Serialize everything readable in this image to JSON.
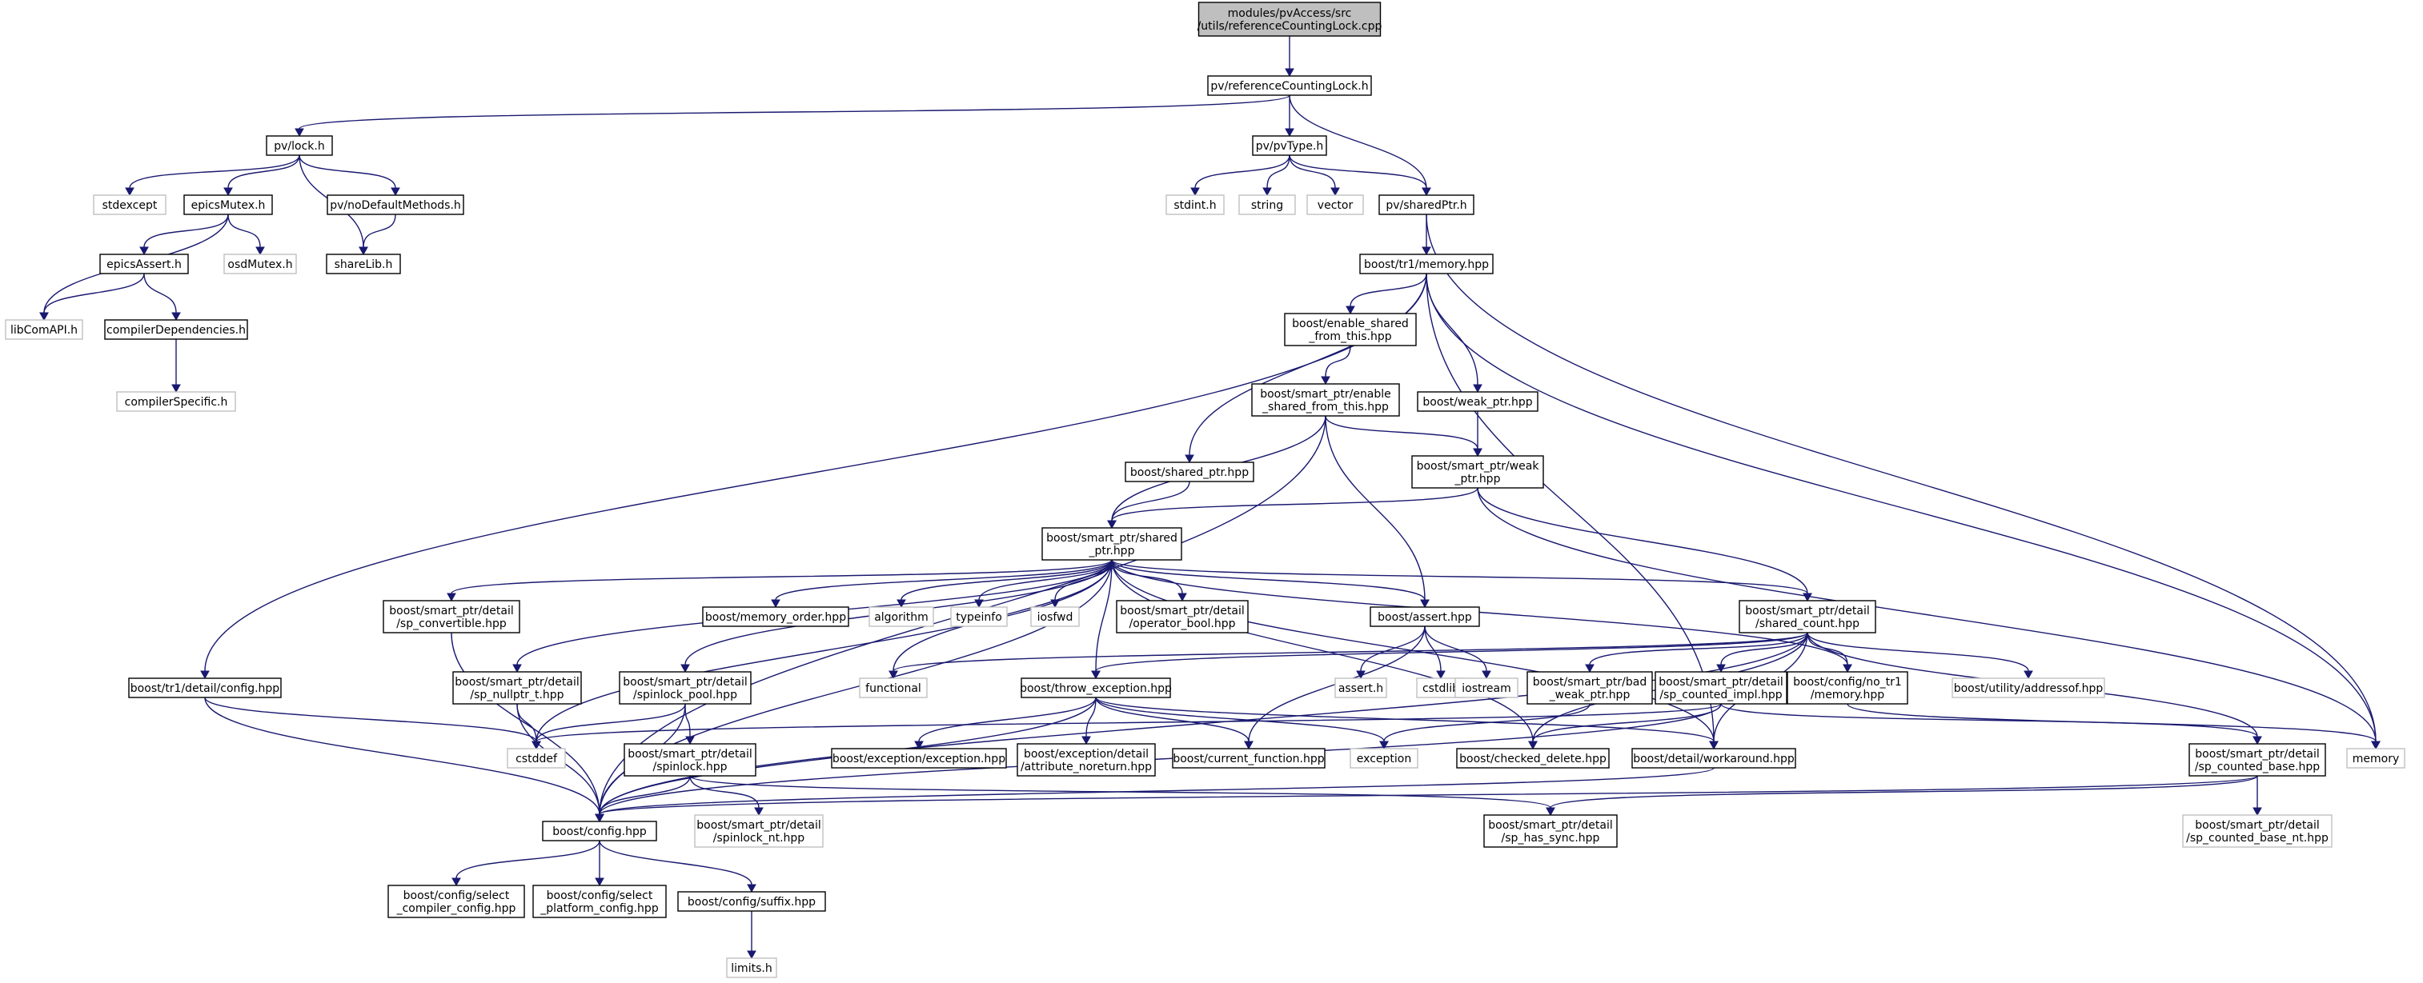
{
  "graph": {
    "nodes": [
      {
        "id": "root",
        "kind": "root",
        "lines": [
          "modules/pvAccess/src",
          "/utils/referenceCountingLock.cpp"
        ]
      },
      {
        "id": "rcl",
        "kind": "doc",
        "lines": [
          "pv/referenceCountingLock.h"
        ]
      },
      {
        "id": "lock",
        "kind": "doc",
        "lines": [
          "pv/lock.h"
        ]
      },
      {
        "id": "pvType",
        "kind": "doc",
        "lines": [
          "pv/pvType.h"
        ]
      },
      {
        "id": "sharedPtr",
        "kind": "doc",
        "lines": [
          "pv/sharedPtr.h"
        ]
      },
      {
        "id": "stdexcept",
        "kind": "ext",
        "lines": [
          "stdexcept"
        ]
      },
      {
        "id": "epicsMutex",
        "kind": "doc",
        "lines": [
          "epicsMutex.h"
        ]
      },
      {
        "id": "noDefault",
        "kind": "doc",
        "lines": [
          "pv/noDefaultMethods.h"
        ]
      },
      {
        "id": "stdint",
        "kind": "ext",
        "lines": [
          "stdint.h"
        ]
      },
      {
        "id": "string",
        "kind": "ext",
        "lines": [
          "string"
        ]
      },
      {
        "id": "vector",
        "kind": "ext",
        "lines": [
          "vector"
        ]
      },
      {
        "id": "epicsAssert",
        "kind": "doc",
        "lines": [
          "epicsAssert.h"
        ]
      },
      {
        "id": "osdMutex",
        "kind": "ext",
        "lines": [
          "osdMutex.h"
        ]
      },
      {
        "id": "shareLib",
        "kind": "doc",
        "lines": [
          "shareLib.h"
        ]
      },
      {
        "id": "tr1memory",
        "kind": "doc",
        "lines": [
          "boost/tr1/memory.hpp"
        ]
      },
      {
        "id": "libComAPI",
        "kind": "ext",
        "lines": [
          "libComAPI.h"
        ]
      },
      {
        "id": "compDeps",
        "kind": "doc",
        "lines": [
          "compilerDependencies.h"
        ]
      },
      {
        "id": "enableShared",
        "kind": "doc",
        "lines": [
          "boost/enable_shared",
          "_from_this.hpp"
        ]
      },
      {
        "id": "compSpecific",
        "kind": "ext",
        "lines": [
          "compilerSpecific.h"
        ]
      },
      {
        "id": "spEnable",
        "kind": "doc",
        "lines": [
          "boost/smart_ptr/enable",
          "_shared_from_this.hpp"
        ]
      },
      {
        "id": "weakPtr",
        "kind": "doc",
        "lines": [
          "boost/weak_ptr.hpp"
        ]
      },
      {
        "id": "sharedPtrHpp",
        "kind": "doc",
        "lines": [
          "boost/shared_ptr.hpp"
        ]
      },
      {
        "id": "spWeak",
        "kind": "doc",
        "lines": [
          "boost/smart_ptr/weak",
          "_ptr.hpp"
        ]
      },
      {
        "id": "spShared",
        "kind": "doc",
        "lines": [
          "boost/smart_ptr/shared",
          "_ptr.hpp"
        ]
      },
      {
        "id": "spConvertible",
        "kind": "doc",
        "lines": [
          "boost/smart_ptr/detail",
          "/sp_convertible.hpp"
        ]
      },
      {
        "id": "memOrder",
        "kind": "doc",
        "lines": [
          "boost/memory_order.hpp"
        ]
      },
      {
        "id": "algorithm",
        "kind": "ext",
        "lines": [
          "algorithm"
        ]
      },
      {
        "id": "typeinfo",
        "kind": "ext",
        "lines": [
          "typeinfo"
        ]
      },
      {
        "id": "iosfwd",
        "kind": "ext",
        "lines": [
          "iosfwd"
        ]
      },
      {
        "id": "opBool",
        "kind": "doc",
        "lines": [
          "boost/smart_ptr/detail",
          "/operator_bool.hpp"
        ]
      },
      {
        "id": "assertHpp",
        "kind": "doc",
        "lines": [
          "boost/assert.hpp"
        ]
      },
      {
        "id": "sharedCount",
        "kind": "doc",
        "lines": [
          "boost/smart_ptr/detail",
          "/shared_count.hpp"
        ]
      },
      {
        "id": "tr1config",
        "kind": "doc",
        "lines": [
          "boost/tr1/detail/config.hpp"
        ]
      },
      {
        "id": "nullptr",
        "kind": "doc",
        "lines": [
          "boost/smart_ptr/detail",
          "/sp_nullptr_t.hpp"
        ]
      },
      {
        "id": "spinPool",
        "kind": "doc",
        "lines": [
          "boost/smart_ptr/detail",
          "/spinlock_pool.hpp"
        ]
      },
      {
        "id": "functional",
        "kind": "ext",
        "lines": [
          "functional"
        ]
      },
      {
        "id": "throwExc",
        "kind": "doc",
        "lines": [
          "boost/throw_exception.hpp"
        ]
      },
      {
        "id": "assertH",
        "kind": "ext",
        "lines": [
          "assert.h"
        ]
      },
      {
        "id": "cstdlib",
        "kind": "ext",
        "lines": [
          "cstdlib"
        ]
      },
      {
        "id": "iostream",
        "kind": "ext",
        "lines": [
          "iostream"
        ]
      },
      {
        "id": "badWeak",
        "kind": "doc",
        "lines": [
          "boost/smart_ptr/bad",
          "_weak_ptr.hpp"
        ]
      },
      {
        "id": "countedImpl",
        "kind": "doc",
        "lines": [
          "boost/smart_ptr/detail",
          "/sp_counted_impl.hpp"
        ]
      },
      {
        "id": "noTr1",
        "kind": "doc",
        "lines": [
          "boost/config/no_tr1",
          "/memory.hpp"
        ]
      },
      {
        "id": "addressof",
        "kind": "ext",
        "lines": [
          "boost/utility/addressof.hpp"
        ]
      },
      {
        "id": "cstddef",
        "kind": "ext",
        "lines": [
          "cstddef"
        ]
      },
      {
        "id": "spinlock",
        "kind": "doc",
        "lines": [
          "boost/smart_ptr/detail",
          "/spinlock.hpp"
        ]
      },
      {
        "id": "excExc",
        "kind": "doc",
        "lines": [
          "boost/exception/exception.hpp"
        ]
      },
      {
        "id": "attrNoreturn",
        "kind": "doc",
        "lines": [
          "boost/exception/detail",
          "/attribute_noreturn.hpp"
        ]
      },
      {
        "id": "curFunc",
        "kind": "doc",
        "lines": [
          "boost/current_function.hpp"
        ]
      },
      {
        "id": "exception",
        "kind": "ext",
        "lines": [
          "exception"
        ]
      },
      {
        "id": "checkedDel",
        "kind": "doc",
        "lines": [
          "boost/checked_delete.hpp"
        ]
      },
      {
        "id": "workaround",
        "kind": "doc",
        "lines": [
          "boost/detail/workaround.hpp"
        ]
      },
      {
        "id": "countedBase",
        "kind": "doc",
        "lines": [
          "boost/smart_ptr/detail",
          "/sp_counted_base.hpp"
        ]
      },
      {
        "id": "memory",
        "kind": "ext",
        "lines": [
          "memory"
        ]
      },
      {
        "id": "configHpp",
        "kind": "doc",
        "lines": [
          "boost/config.hpp"
        ]
      },
      {
        "id": "spinlockNt",
        "kind": "ext",
        "lines": [
          "boost/smart_ptr/detail",
          "/spinlock_nt.hpp"
        ]
      },
      {
        "id": "hasSync",
        "kind": "doc",
        "lines": [
          "boost/smart_ptr/detail",
          "/sp_has_sync.hpp"
        ]
      },
      {
        "id": "countedBaseNt",
        "kind": "ext",
        "lines": [
          "boost/smart_ptr/detail",
          "/sp_counted_base_nt.hpp"
        ]
      },
      {
        "id": "selCompiler",
        "kind": "doc",
        "lines": [
          "boost/config/select",
          "_compiler_config.hpp"
        ]
      },
      {
        "id": "selPlatform",
        "kind": "doc",
        "lines": [
          "boost/config/select",
          "_platform_config.hpp"
        ]
      },
      {
        "id": "suffix",
        "kind": "doc",
        "lines": [
          "boost/config/suffix.hpp"
        ]
      },
      {
        "id": "limits",
        "kind": "ext",
        "lines": [
          "limits.h"
        ]
      }
    ],
    "edges": [
      [
        "root",
        "rcl"
      ],
      [
        "rcl",
        "lock"
      ],
      [
        "rcl",
        "pvType"
      ],
      [
        "rcl",
        "sharedPtr"
      ],
      [
        "lock",
        "stdexcept"
      ],
      [
        "lock",
        "epicsMutex"
      ],
      [
        "lock",
        "noDefault"
      ],
      [
        "lock",
        "shareLib"
      ],
      [
        "pvType",
        "stdint"
      ],
      [
        "pvType",
        "string"
      ],
      [
        "pvType",
        "vector"
      ],
      [
        "pvType",
        "sharedPtr"
      ],
      [
        "epicsMutex",
        "epicsAssert"
      ],
      [
        "epicsMutex",
        "osdMutex"
      ],
      [
        "epicsMutex",
        "libComAPI"
      ],
      [
        "noDefault",
        "shareLib"
      ],
      [
        "epicsAssert",
        "libComAPI"
      ],
      [
        "epicsAssert",
        "compDeps"
      ],
      [
        "compDeps",
        "compSpecific"
      ],
      [
        "sharedPtr",
        "tr1memory"
      ],
      [
        "sharedPtr",
        "memory"
      ],
      [
        "tr1memory",
        "enableShared"
      ],
      [
        "tr1memory",
        "weakPtr"
      ],
      [
        "tr1memory",
        "sharedPtrHpp"
      ],
      [
        "tr1memory",
        "tr1config"
      ],
      [
        "tr1memory",
        "memory"
      ],
      [
        "tr1memory",
        "workaround"
      ],
      [
        "enableShared",
        "spEnable"
      ],
      [
        "spEnable",
        "spWeak"
      ],
      [
        "spEnable",
        "spShared"
      ],
      [
        "spEnable",
        "assertHpp"
      ],
      [
        "spEnable",
        "configHpp"
      ],
      [
        "weakPtr",
        "spWeak"
      ],
      [
        "sharedPtrHpp",
        "spShared"
      ],
      [
        "spWeak",
        "spShared"
      ],
      [
        "spWeak",
        "sharedCount"
      ],
      [
        "spWeak",
        "memory"
      ],
      [
        "spShared",
        "spConvertible"
      ],
      [
        "spShared",
        "memOrder"
      ],
      [
        "spShared",
        "algorithm"
      ],
      [
        "spShared",
        "typeinfo"
      ],
      [
        "spShared",
        "iosfwd"
      ],
      [
        "spShared",
        "opBool"
      ],
      [
        "spShared",
        "assertHpp"
      ],
      [
        "spShared",
        "sharedCount"
      ],
      [
        "spShared",
        "nullptr"
      ],
      [
        "spShared",
        "spinPool"
      ],
      [
        "spShared",
        "functional"
      ],
      [
        "spShared",
        "throwExc"
      ],
      [
        "spShared",
        "cstddef"
      ],
      [
        "spShared",
        "noTr1"
      ],
      [
        "spShared",
        "configHpp"
      ],
      [
        "spShared",
        "checkedDel"
      ],
      [
        "spShared",
        "workaround"
      ],
      [
        "assertHpp",
        "assertH"
      ],
      [
        "assertHpp",
        "cstdlib"
      ],
      [
        "assertHpp",
        "iostream"
      ],
      [
        "assertHpp",
        "curFunc"
      ],
      [
        "sharedCount",
        "functional"
      ],
      [
        "sharedCount",
        "throwExc"
      ],
      [
        "sharedCount",
        "badWeak"
      ],
      [
        "sharedCount",
        "countedImpl"
      ],
      [
        "sharedCount",
        "noTr1"
      ],
      [
        "sharedCount",
        "addressof"
      ],
      [
        "sharedCount",
        "countedBase"
      ],
      [
        "sharedCount",
        "checkedDel"
      ],
      [
        "sharedCount",
        "workaround"
      ],
      [
        "sharedCount",
        "configHpp"
      ],
      [
        "tr1config",
        "cstddef"
      ],
      [
        "tr1config",
        "configHpp"
      ],
      [
        "spConvertible",
        "configHpp"
      ],
      [
        "nullptr",
        "cstddef"
      ],
      [
        "nullptr",
        "configHpp"
      ],
      [
        "spinPool",
        "cstddef"
      ],
      [
        "spinPool",
        "spinlock"
      ],
      [
        "spinPool",
        "configHpp"
      ],
      [
        "throwExc",
        "excExc"
      ],
      [
        "throwExc",
        "attrNoreturn"
      ],
      [
        "throwExc",
        "curFunc"
      ],
      [
        "throwExc",
        "exception"
      ],
      [
        "throwExc",
        "workaround"
      ],
      [
        "throwExc",
        "configHpp"
      ],
      [
        "badWeak",
        "exception"
      ],
      [
        "countedImpl",
        "cstddef"
      ],
      [
        "countedImpl",
        "checkedDel"
      ],
      [
        "countedImpl",
        "countedBase"
      ],
      [
        "countedImpl",
        "configHpp"
      ],
      [
        "noTr1",
        "memory"
      ],
      [
        "spinlock",
        "spinlockNt"
      ],
      [
        "spinlock",
        "hasSync"
      ],
      [
        "spinlock",
        "configHpp"
      ],
      [
        "workaround",
        "configHpp"
      ],
      [
        "countedBase",
        "countedBaseNt"
      ],
      [
        "countedBase",
        "hasSync"
      ],
      [
        "countedBase",
        "configHpp"
      ],
      [
        "configHpp",
        "selCompiler"
      ],
      [
        "configHpp",
        "selPlatform"
      ],
      [
        "configHpp",
        "suffix"
      ],
      [
        "suffix",
        "limits"
      ]
    ]
  }
}
